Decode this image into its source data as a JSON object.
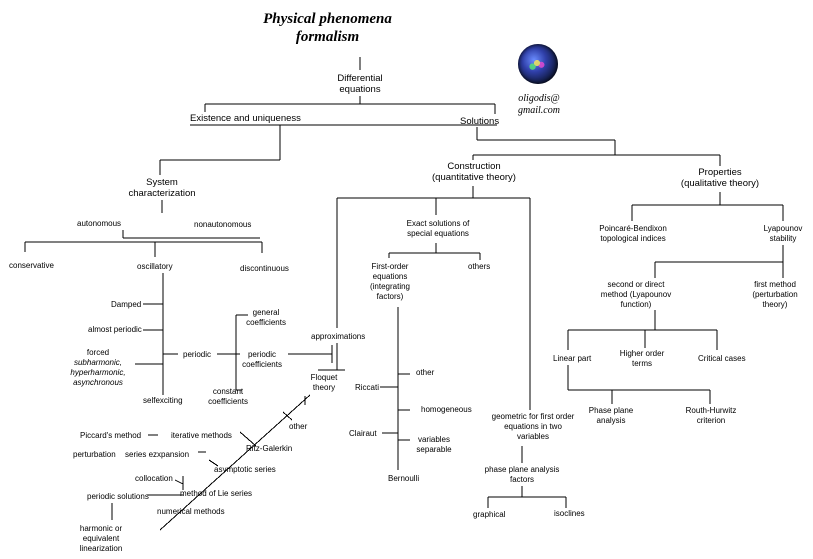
{
  "title": [
    "Physical phenomena",
    "formalism"
  ],
  "email": [
    "oligodis@",
    "gmail.com"
  ],
  "logo_icon": "globe-logo-icon",
  "colors": {
    "lines": "#000000",
    "text": "#000000",
    "background": "#ffffff"
  },
  "nodes": {
    "differential_equations": [
      "Differential",
      "equations"
    ],
    "existence_uniqueness": "Existence and uniqueness",
    "solutions": "Solutions",
    "system_characterization": [
      "System",
      "characterization"
    ],
    "construction": [
      "Construction",
      "(quantitative theory)"
    ],
    "properties": [
      "Properties",
      "(qualitative theory)"
    ],
    "autonomous": "autonomous",
    "nonautonomous": "nonautonomous",
    "conservative": "conservative",
    "oscillatory": "oscillatory",
    "discontinuous": "discontinuous",
    "damped": "Damped",
    "almost_periodic": "almost periodic",
    "forced": [
      "forced",
      "subharmonic,",
      "hyperharmonic,",
      "asynchronous"
    ],
    "periodic": "periodic",
    "selfexciting": "selfexciting",
    "general_coefficients": [
      "general",
      "coefficients"
    ],
    "periodic_coefficients": [
      "periodic",
      "coefficients"
    ],
    "constant_coefficients": [
      "constant",
      "coefficients"
    ],
    "approximations": "approximations",
    "floquet_theory": [
      "Floquet",
      "theory"
    ],
    "other_floquet": "other",
    "ritz_galerkin": "Ritz-Galerkin",
    "piccard_method": "Piccard's method",
    "iterative_methods": "iterative methods",
    "perturbation": "perturbation",
    "series_expansion": "series ezxpansion",
    "asymptotic_series": "asymptotic series",
    "collocation": "collocation",
    "periodic_solutions": "periodic solutions",
    "method_lie_series": "method of Lie series",
    "numerical_methods": "numerical methods",
    "harmonic_linearization": [
      "harmonic or",
      "equivalent",
      "linearization"
    ],
    "exact_solutions": [
      "Exact solutions of",
      "special equations"
    ],
    "first_order": [
      "First-order",
      "equations",
      "(integrating",
      "factors)"
    ],
    "others": "others",
    "other_first_order": "other",
    "riccati": "Riccati",
    "homogeneous": "homogeneous",
    "clairaut": "Clairaut",
    "variables_separable": [
      "variables",
      "separable"
    ],
    "bernoulli": "Bernoulli",
    "geometric": [
      "geometric for first order",
      "equations in two",
      "variables"
    ],
    "phase_plane_factors": [
      "phase plane analysis",
      "factors"
    ],
    "graphical": "graphical",
    "isoclines": "isoclines",
    "poincare_bendixon": [
      "Poincaré-Bendixon",
      "topological indices"
    ],
    "lyapounov_stability": [
      "Lyapounov",
      "stability"
    ],
    "second_method": [
      "second or direct",
      "method (Lyapounov",
      "function)"
    ],
    "first_method": [
      "first method",
      "(perturbation",
      "theory)"
    ],
    "linear_part": "Linear part",
    "higher_order_terms": [
      "Higher order",
      "terms"
    ],
    "critical_cases": "Critical cases",
    "phase_plane_analysis": [
      "Phase plane",
      "analysis"
    ],
    "routh_hurwitz": [
      "Routh-Hurwitz",
      "criterion"
    ]
  }
}
